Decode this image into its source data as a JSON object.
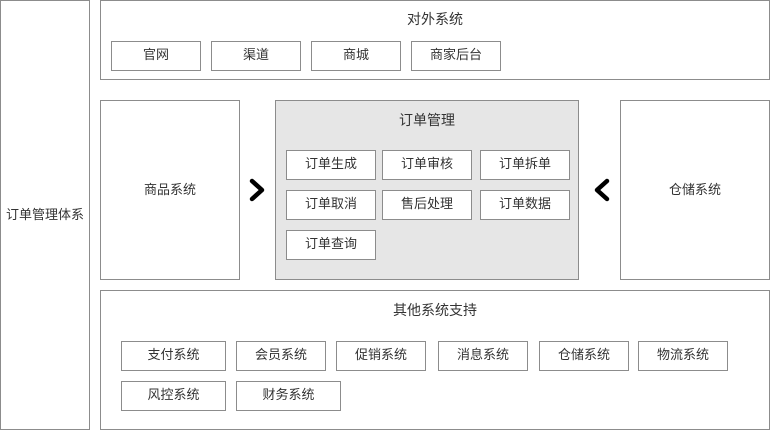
{
  "side_label": "订单管理体系",
  "external": {
    "title": "对外系统",
    "items": [
      "官网",
      "渠道",
      "商城",
      "商家后台"
    ]
  },
  "product": {
    "title": "商品系统"
  },
  "order": {
    "title": "订单管理",
    "items": [
      "订单生成",
      "订单审核",
      "订单拆单",
      "订单取消",
      "售后处理",
      "订单数据",
      "订单查询"
    ]
  },
  "warehouse": {
    "title": "仓储系统"
  },
  "support": {
    "title": "其他系统支持",
    "items": [
      "支付系统",
      "会员系统",
      "促销系统",
      "消息系统",
      "仓储系统",
      "物流系统",
      "风控系统",
      "财务系统"
    ]
  },
  "colors": {
    "border": "#8c8c8c",
    "highlight_fill": "#e6e6e6",
    "arrow": "#000000"
  },
  "icons": {
    "left_arrow": "arrow-right-icon",
    "right_arrow": "arrow-left-icon"
  }
}
